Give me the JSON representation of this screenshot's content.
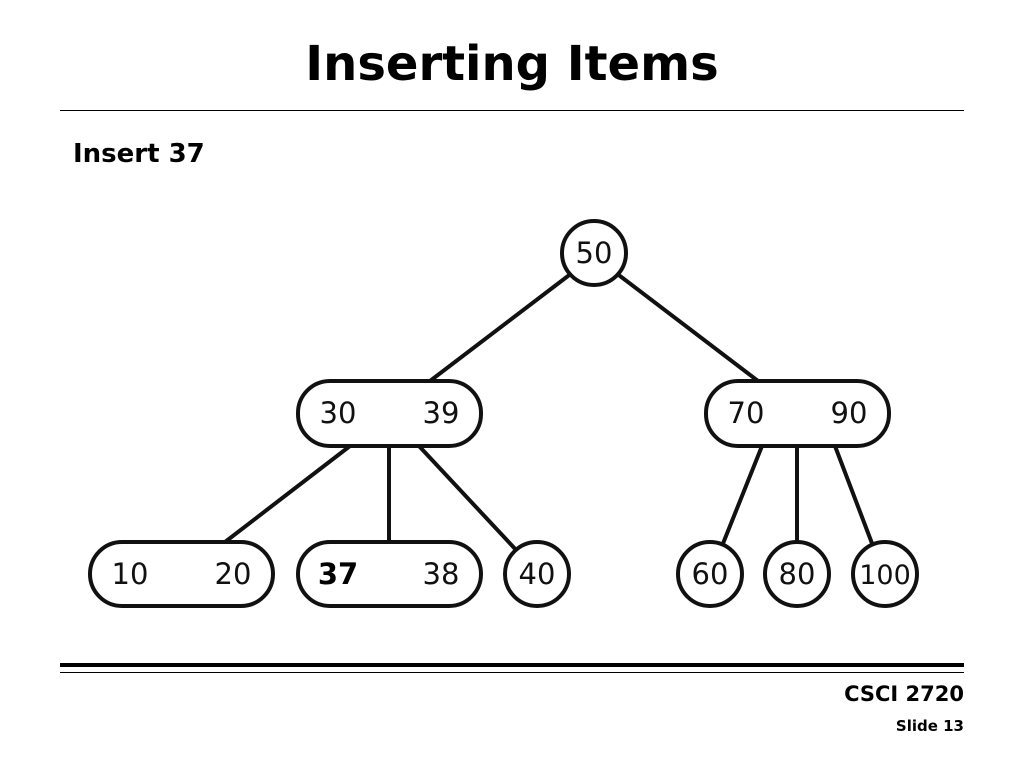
{
  "slide": {
    "title": "Inserting Items",
    "subtitle": "Insert 37",
    "course": "CSCI 2720",
    "slide_label": "Slide",
    "slide_number": "13"
  },
  "tree": {
    "root": {
      "keys": [
        "50"
      ]
    },
    "level1": [
      {
        "keys": [
          "30",
          "39"
        ]
      },
      {
        "keys": [
          "70",
          "90"
        ]
      }
    ],
    "level2": [
      {
        "keys": [
          "10",
          "20"
        ]
      },
      {
        "keys": [
          "37",
          "38"
        ],
        "highlight_key": "37"
      },
      {
        "keys": [
          "40"
        ]
      },
      {
        "keys": [
          "60"
        ]
      },
      {
        "keys": [
          "80"
        ]
      },
      {
        "keys": [
          "100"
        ]
      }
    ]
  }
}
